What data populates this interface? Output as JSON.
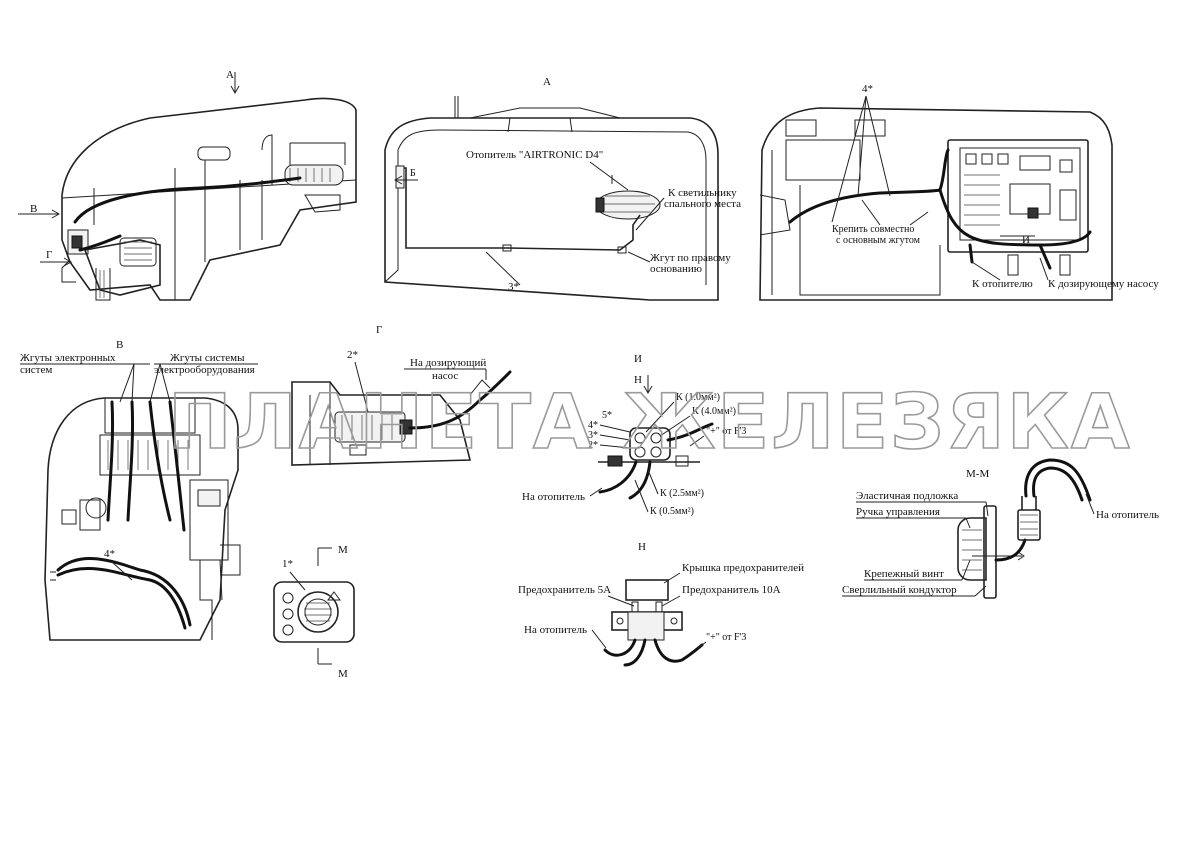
{
  "views": {
    "a_top_marker": "А",
    "a_title": "А",
    "b_title": "В",
    "g_title": "Г",
    "i_title": "И",
    "n_title": "Н",
    "m_title": "М-М",
    "b_arrow": "В",
    "g_arrow": "Г",
    "b_small_arrow": "Б",
    "i_marker": "И",
    "n_marker": "Н",
    "m_marker_top": "М",
    "m_marker_bottom": "М"
  },
  "view_a": {
    "heater": "Отопитель \"AIRTRONIC D4\"",
    "lamp_line1": "К светильнику",
    "lamp_line2": "спального места",
    "harness_line1": "Жгут по правому",
    "harness_line2": "основанию",
    "callout_3": "3*"
  },
  "view_top_right": {
    "callout_4": "4*",
    "attach_line1": "Крепить совместно",
    "attach_line2": "с основным жгутом",
    "to_heater": "К отопителю",
    "to_pump": "К дозирующему насосу"
  },
  "view_b": {
    "electronic_line1": "Жгуты электронных",
    "electronic_line2": "систем",
    "electrical_line1": "Жгуты системы",
    "electrical_line2": "электрооборудования",
    "callout_4": "4*",
    "callout_1": "1*"
  },
  "view_g": {
    "callout_2": "2*",
    "pump_line1": "На дозирующий",
    "pump_line2": "насос"
  },
  "view_i": {
    "k10": "К (1.0мм²)",
    "k40": "К (4.0мм²)",
    "plus_f3": "\"+\" от F'3",
    "k25": "К (2.5мм²)",
    "k05": "К (0.5мм²)",
    "to_heater": "На отопитель",
    "pin5": "5*",
    "pin4": "4*",
    "pin3": "3*",
    "pin2": "2*"
  },
  "view_n": {
    "cover": "Крышка предохранителей",
    "fuse5": "Предохранитель 5А",
    "fuse10": "Предохранитель 10А",
    "to_heater": "На отопитель",
    "plus_f3": "\"+\" от F'3"
  },
  "view_m": {
    "pad": "Эластичная подложка",
    "knob": "Ручка управления",
    "screw": "Крепежный винт",
    "jig": "Сверлильный кондуктор",
    "to_heater": "На отопитель"
  },
  "watermark": "ПЛАНЕТА ЖЕЛЕЗЯКА"
}
